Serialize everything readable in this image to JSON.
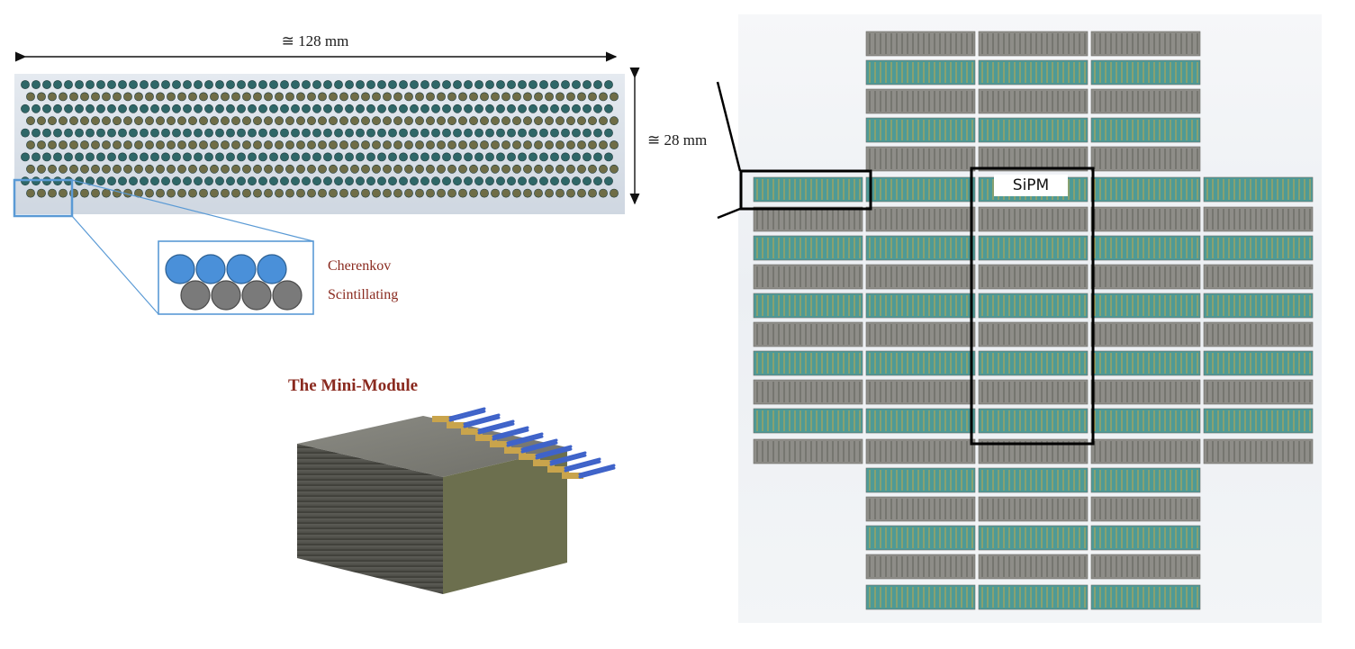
{
  "dimensions": {
    "width_label": "≅ 128 mm",
    "height_label": "≅ 28 mm"
  },
  "legend": {
    "cherenkov": "Cherenkov",
    "scintillating": "Scintillating"
  },
  "module": {
    "title": "The Mini-Module"
  },
  "grid": {
    "sipm_label": "SiPM"
  },
  "colors": {
    "cherenkov_fiber": "#4a90d9",
    "scintillating_fiber": "#7a7a7a",
    "annotation_red": "#8a2a1f",
    "callout_blue": "#5a9ad5",
    "highlight_frame": "#000000"
  }
}
